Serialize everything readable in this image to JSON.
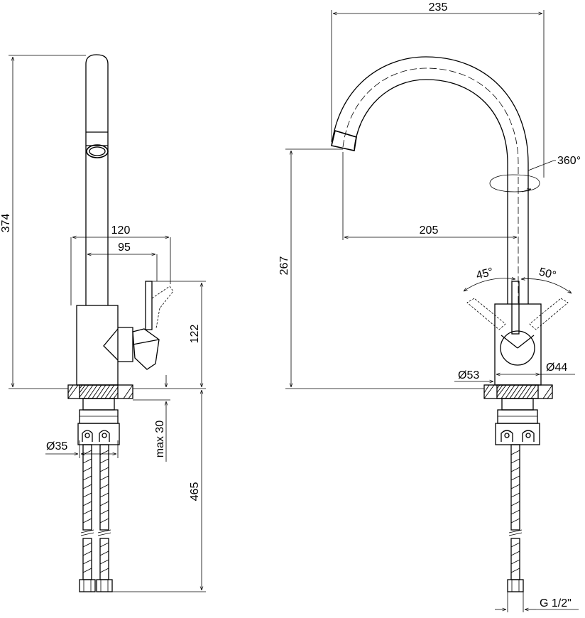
{
  "dimensions": {
    "side_height": "374",
    "side_body_width": "120",
    "side_lever_offset": "95",
    "side_lever_height": "122",
    "mount_thickness": "max 30",
    "hose_length": "465",
    "mount_diameter_side": "Ø35",
    "spout_reach_total": "235",
    "spout_height": "267",
    "spout_reach": "205",
    "swivel_angle": "360°",
    "lever_angle_left": "45°",
    "lever_angle_right": "50°",
    "base_diameter": "Ø53",
    "body_diameter": "Ø44",
    "thread": "G 1/2\""
  }
}
